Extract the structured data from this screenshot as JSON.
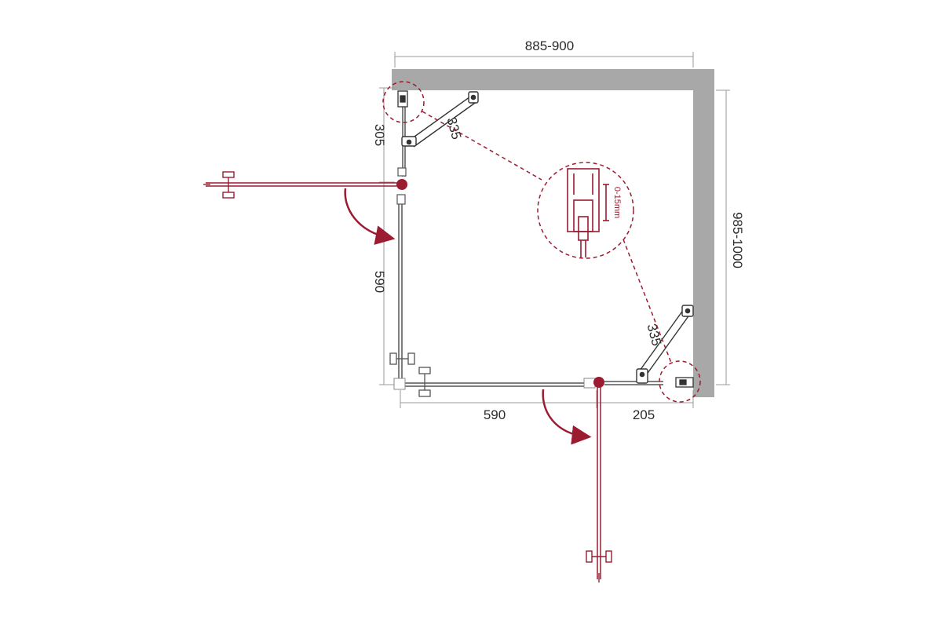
{
  "colors": {
    "wall": "#a8a8a8",
    "accent": "#9b1b30",
    "line": "#555555",
    "dim_line": "#9a9a9a"
  },
  "dimensions": {
    "top_width": "885-900",
    "right_height": "985-1000",
    "left_upper": "305",
    "left_lower": "590",
    "bottom_left": "590",
    "bottom_right": "205",
    "brace_top": "335",
    "brace_bottom": "335"
  },
  "detail": {
    "adjustment_label": "0-15mm"
  },
  "icons": {
    "door_arrow": "curved-arrow-icon",
    "handle": "handle-icon",
    "pivot": "pivot-hinge-icon",
    "brace": "stabilizer-bar-icon"
  }
}
